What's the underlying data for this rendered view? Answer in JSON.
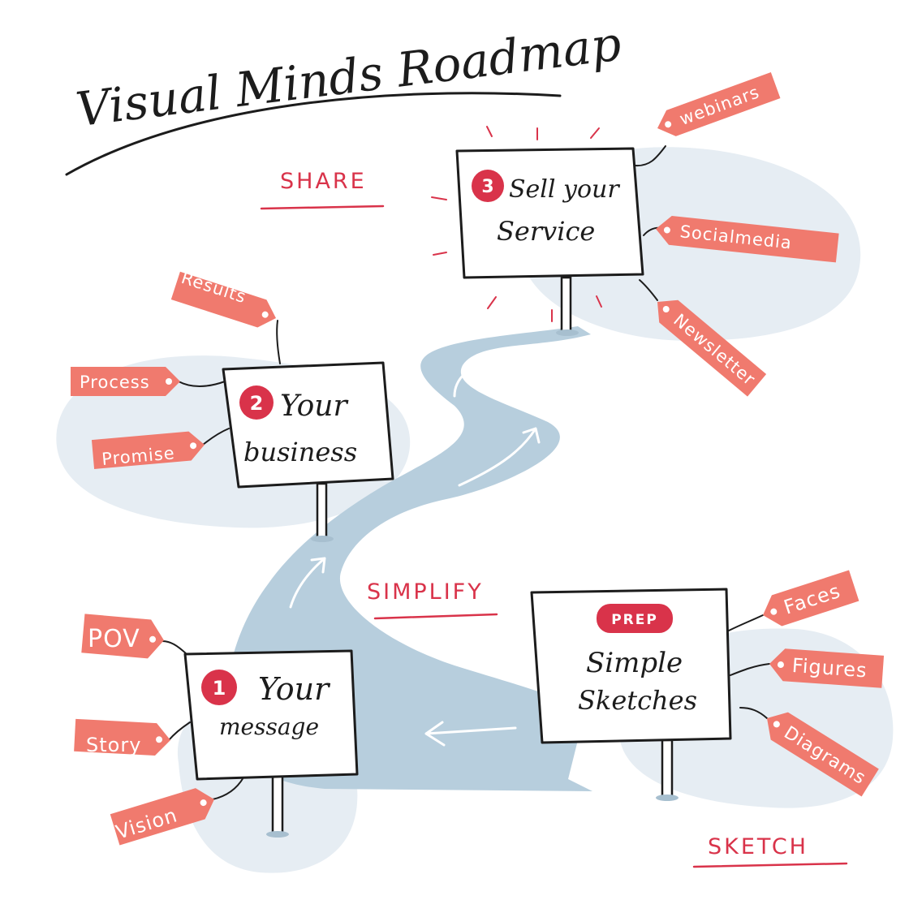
{
  "title": "Visual Minds Roadmap",
  "colors": {
    "ink": "#1c1c1c",
    "accent_red": "#d9334a",
    "tag_salmon": "#f07a6e",
    "path_blue": "#b7cedd",
    "bg_blob": "#e6edf3",
    "sign_face": "#ffffff"
  },
  "stages": {
    "share": "SHARE",
    "simplify": "SIMPLIFY",
    "sketch": "SKETCH"
  },
  "signs": {
    "message": {
      "number": "1",
      "line1": "Your",
      "line2": "message",
      "tags": [
        "POV",
        "Story",
        "Vision"
      ]
    },
    "business": {
      "number": "2",
      "line1": "Your",
      "line2": "business",
      "tags": [
        "Results",
        "Process",
        "Promise"
      ]
    },
    "service": {
      "number": "3",
      "line1": "Sell your",
      "line2": "Service",
      "tags": [
        "webinars",
        "Socialmedia",
        "Newsletter"
      ]
    },
    "sketches": {
      "badge": "PREP",
      "line1": "Simple",
      "line2": "Sketches",
      "tags": [
        "Faces",
        "Figures",
        "Diagrams"
      ]
    }
  }
}
